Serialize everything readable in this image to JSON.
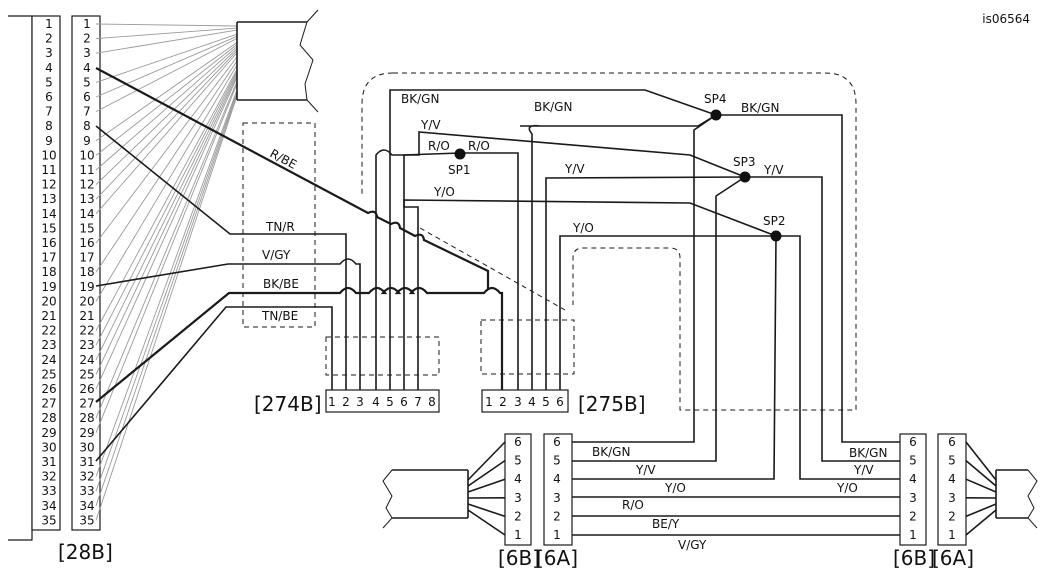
{
  "figure_id": "is06564",
  "connectors": {
    "c28b": {
      "label": "[28B]",
      "pins": [
        "1",
        "2",
        "3",
        "4",
        "5",
        "6",
        "7",
        "8",
        "9",
        "10",
        "11",
        "12",
        "13",
        "14",
        "15",
        "16",
        "17",
        "18",
        "19",
        "20",
        "21",
        "22",
        "23",
        "24",
        "25",
        "26",
        "27",
        "28",
        "29",
        "30",
        "31",
        "32",
        "33",
        "34",
        "35"
      ]
    },
    "c274b": {
      "label": "[274B]",
      "pins": [
        "1",
        "2",
        "3",
        "4",
        "5",
        "6",
        "7",
        "8"
      ]
    },
    "c275b": {
      "label": "[275B]",
      "pins": [
        "1",
        "2",
        "3",
        "4",
        "5",
        "6"
      ]
    },
    "c6b_left": {
      "label": "[6B]",
      "pins": [
        "6",
        "5",
        "4",
        "3",
        "2",
        "1"
      ]
    },
    "c6a_left": {
      "label": "[6A]",
      "pins": [
        "6",
        "5",
        "4",
        "3",
        "2",
        "1"
      ]
    },
    "c6b_right": {
      "label": "[6B]",
      "pins": [
        "6",
        "5",
        "4",
        "3",
        "2",
        "1"
      ]
    },
    "c6a_right": {
      "label": "[6A]",
      "pins": [
        "6",
        "5",
        "4",
        "3",
        "2",
        "1"
      ]
    }
  },
  "splices": [
    "SP1",
    "SP2",
    "SP3",
    "SP4"
  ],
  "wire_labels": {
    "r_be": "R/BE",
    "tn_r": "TN/R",
    "v_gy": "V/GY",
    "bk_be": "BK/BE",
    "tn_be": "TN/BE",
    "bk_gn_top": "BK/GN",
    "bk_gn_mid": "BK/GN",
    "bk_gn_sp4": "BK/GN",
    "y_v_top": "Y/V",
    "r_o_left": "R/O",
    "r_o_right": "R/O",
    "y_v_mid": "Y/V",
    "y_v_sp3": "Y/V",
    "y_o_mid": "Y/O",
    "y_o_low": "Y/O",
    "b_bk_gn": "BK/GN",
    "b_y_v": "Y/V",
    "b_y_o": "Y/O",
    "b_r_o": "R/O",
    "b_be_y": "BE/Y",
    "b_v_gy": "V/GY",
    "r_bk_gn": "BK/GN",
    "r_y_v": "Y/V",
    "r_y_o": "Y/O"
  }
}
